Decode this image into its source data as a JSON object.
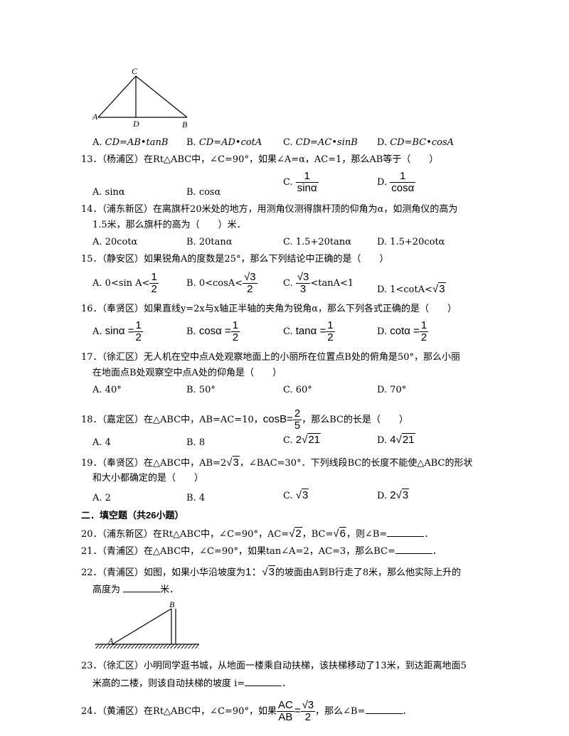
{
  "figure1": {
    "labels": {
      "C": "C",
      "A": "A",
      "D": "D",
      "B": "B"
    }
  },
  "q12": {
    "options": [
      {
        "letter": "A.",
        "text": "CD=AB•tanB"
      },
      {
        "letter": "B.",
        "text": "CD=AD•cotA"
      },
      {
        "letter": "C.",
        "text": "CD=AC•sinB"
      },
      {
        "letter": "D.",
        "text": "CD=BC•cosA"
      }
    ]
  },
  "q13": {
    "stem": "13．（杨浦区）在Rt△ABC中，∠C=90°，如果∠A=α，AC=1，那么AB等于（　　）",
    "options": [
      {
        "letter": "A.",
        "text": "sinα"
      },
      {
        "letter": "B.",
        "text": "cosα"
      },
      {
        "letter": "C.",
        "num": "1",
        "den": "sinα"
      },
      {
        "letter": "D.",
        "num": "1",
        "den": "cosα"
      }
    ]
  },
  "q14": {
    "stem1": "14．（浦东新区）在离旗杆20米处的地方，用测角仪测得旗杆顶的仰角为α，如测角仪的高为",
    "stem2": "1.5米，那么旗杆的高为（　　）米．",
    "options": [
      {
        "letter": "A.",
        "text": "20cotα"
      },
      {
        "letter": "B.",
        "text": "20tanα"
      },
      {
        "letter": "C.",
        "text": "1.5+20tanα"
      },
      {
        "letter": "D.",
        "text": "1.5+20cotα"
      }
    ]
  },
  "q15": {
    "stem": "15．（静安区）如果锐角A的度数是25°，那么下列结论中正确的是（　　）",
    "options": [
      {
        "letter": "A.",
        "pre": "0<sin A<",
        "num": "1",
        "den": "2"
      },
      {
        "letter": "B.",
        "pre": "0<cosA<",
        "num": "√3",
        "den": "2"
      },
      {
        "letter": "C.",
        "num": "√3",
        "den": "3",
        "post": "<tanA<1"
      },
      {
        "letter": "D.",
        "pre": "1<cotA<",
        "sqrt": "3"
      }
    ]
  },
  "q16": {
    "stem": "16．（奉贤区）如果直线y=2x与x轴正半轴的夹角为锐角α，那么下列各式正确的是（　　）",
    "options": [
      {
        "letter": "A.",
        "pre": "sinα =",
        "num": "1",
        "den": "2"
      },
      {
        "letter": "B.",
        "pre": "cosα =",
        "num": "1",
        "den": "2"
      },
      {
        "letter": "C.",
        "pre": "tanα =",
        "num": "1",
        "den": "2"
      },
      {
        "letter": "D.",
        "pre": "cotα =",
        "num": "1",
        "den": "2"
      }
    ]
  },
  "q17": {
    "stem1": "17．（徐汇区）无人机在空中点A处观察地面上的小丽所在位置点B处的俯角是50°，那么小丽",
    "stem2": "在地面点B处观察空中点A处的仰角是（　　）",
    "options": [
      {
        "letter": "A.",
        "text": "40°"
      },
      {
        "letter": "B.",
        "text": "50°"
      },
      {
        "letter": "C.",
        "text": "60°"
      },
      {
        "letter": "D.",
        "text": "70°"
      }
    ]
  },
  "q18": {
    "stem_pre": "18．（嘉定区）在△ABC中，AB=AC=10，",
    "cos_label": "cosB=",
    "num": "2",
    "den": "5",
    "stem_post": "，那么BC的长是（　　）",
    "options": [
      {
        "letter": "A.",
        "text": "4"
      },
      {
        "letter": "B.",
        "text": "8"
      },
      {
        "letter": "C.",
        "coef": "2",
        "sqrt": "21"
      },
      {
        "letter": "D.",
        "coef": "4",
        "sqrt": "21"
      }
    ]
  },
  "q19": {
    "stem_pre": "19．（奉贤区）在△ABC中，AB=2",
    "sqrt": "3",
    "stem_post": "，∠BAC=30°．下列线段BC的长度不能使△ABC的形状",
    "stem2": "和大小都确定的是（　　）",
    "options": [
      {
        "letter": "A.",
        "text": "2"
      },
      {
        "letter": "B.",
        "text": "4"
      },
      {
        "letter": "C.",
        "sqrt": "3"
      },
      {
        "letter": "D.",
        "coef": "2",
        "sqrt": "3"
      }
    ]
  },
  "section2": {
    "title": "二．填空题（共26小题）"
  },
  "q20": {
    "pre": "20．（浦东新区）在Rt△ABC中，∠C=90°，AC=",
    "sqrt1": "2",
    "mid": "，BC=",
    "sqrt2": "6",
    "post": "，则∠B=",
    "end": "．"
  },
  "q21": {
    "pre": "21．（青浦区）在△ABC中，∠C=90°，如果tan∠A=2，AC=3，那么BC=",
    "end": "．"
  },
  "q22": {
    "pre": "22．（青浦区）如图，如果小华沿坡度为",
    "ratio": "1：",
    "sqrt": "3",
    "post": "的坡面由A到B行走了8米，那么他实际上升的",
    "line2_pre": "高度为",
    "line2_post": "米．"
  },
  "figure2": {
    "labels": {
      "A": "A",
      "B": "B"
    }
  },
  "q23": {
    "stem1": "23．（徐汇区）小明同学逛书城，从地面一楼乘自动扶梯，该扶梯移动了13米，到达距离地面5",
    "stem2_pre": "米高的二楼，则该自动扶梯的坡度 i=",
    "stem2_post": "．"
  },
  "q24": {
    "pre": "24．（黄浦区）在Rt△ABC中，∠C=90°，如果",
    "num1": "AC",
    "den1": "AB",
    "eq": "=",
    "num2": "√3",
    "den2": "2",
    "post": "，那么∠B=",
    "end": "．"
  }
}
